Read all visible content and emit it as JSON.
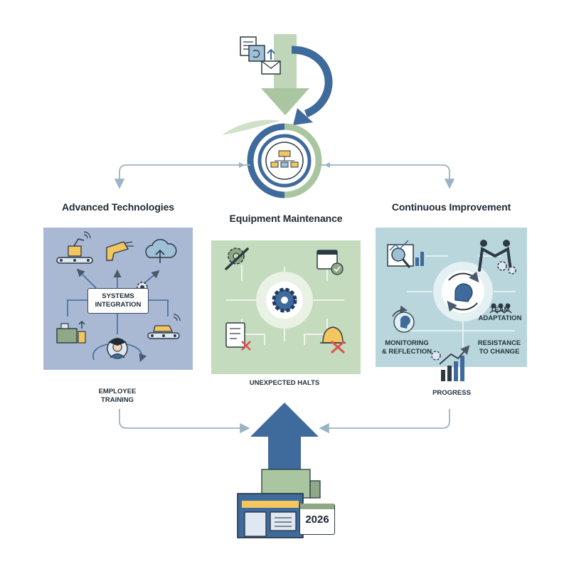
{
  "top_hub": {
    "icon_stack": [
      "document-icon",
      "sync-document-icon",
      "envelope-icon"
    ],
    "center_icon": "org-chart-icon"
  },
  "sections": {
    "advanced_technologies": {
      "title": "Advanced Technologies",
      "icons": [
        "conveyor-robot-icon",
        "barcode-scanner-icon",
        "cloud-upload-icon",
        "factory-upgrade-icon",
        "conveyor-car-icon",
        "graduate-person-icon"
      ],
      "systems_integration": [
        "SYSTEMS",
        "INTEGRATION"
      ],
      "employee_training": [
        "EMPLOYEE",
        "TRAINING"
      ]
    },
    "equipment_maintenance": {
      "title": "Equipment Maintenance",
      "icons": [
        "wrench-gear-icon",
        "calendar-check-icon",
        "gear-icon",
        "checklist-error-icon",
        "alarm-bell-error-icon"
      ],
      "unexpected_halts": "UNEXPECTED HALTS"
    },
    "continuous_improvement": {
      "title": "Continuous Improvement",
      "icons": [
        "chart-magnifier-icon",
        "handshake-team-icon",
        "head-cycle-icon",
        "head-refresh-icon",
        "team-icon",
        "growth-bars-icon"
      ],
      "team_adaptation": [
        "TEAM",
        "ADAPTATION"
      ],
      "monitoring_reflection": [
        "MONITORING",
        "& REFLECTION"
      ],
      "resistance_to_change": [
        "RESISTANCE",
        "TO CHANGE"
      ],
      "progress": "PROGRESS"
    }
  },
  "bottom": {
    "icon": "factory-building-icon",
    "year": "2026"
  },
  "colors": {
    "navy": "#3f6a9c",
    "sage": "#a9c6a0",
    "panel_blue": "#a9b9d3",
    "panel_green": "#c5dbbd",
    "panel_teal": "#b9d6dd",
    "connector": "#9bb3c5"
  }
}
